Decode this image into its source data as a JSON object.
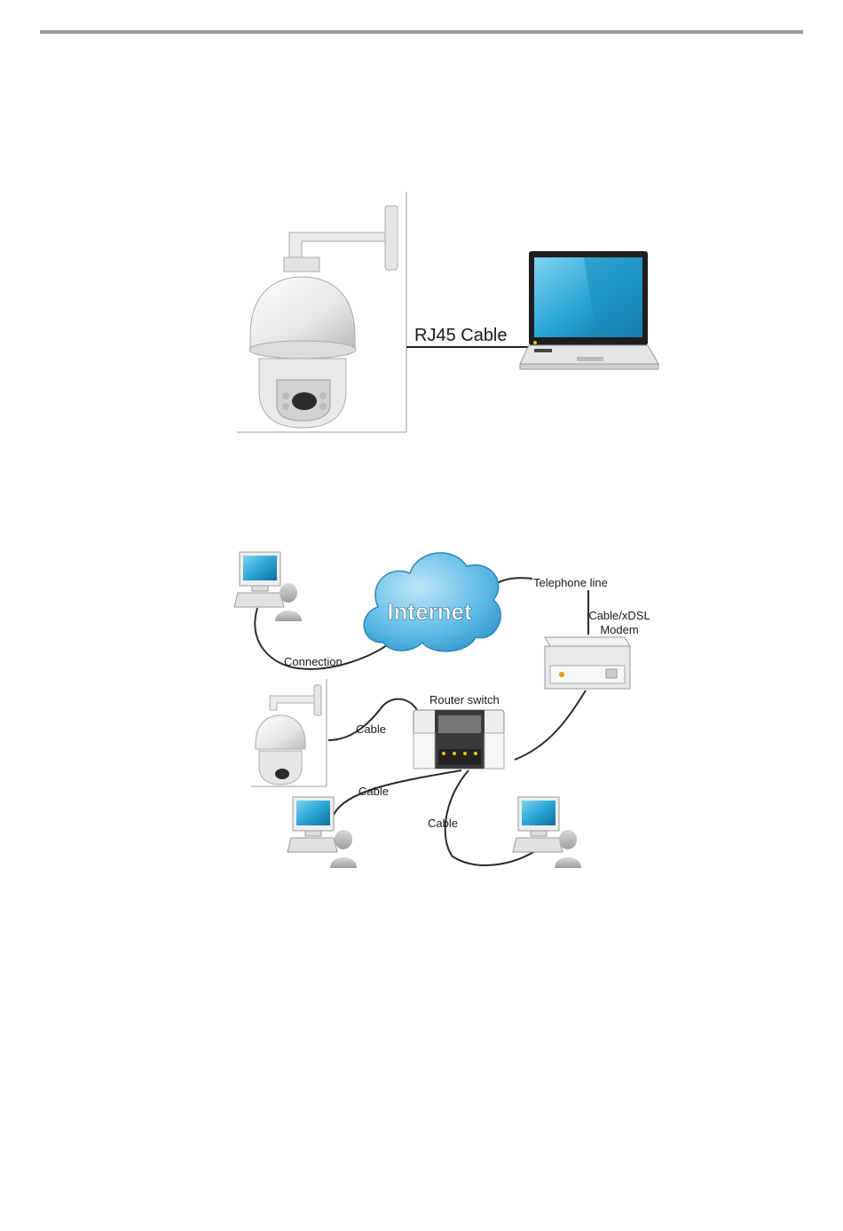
{
  "figure1": {
    "cable_label": "RJ45 Cable"
  },
  "figure2": {
    "internet_label": "Internet",
    "telephone_label": "Telephone line",
    "modem_label_line1": "Cable/xDSL",
    "modem_label_line2": "Modem",
    "connection_label": "Connection",
    "router_label": "Router switch",
    "cable_label_camera": "Cable",
    "cable_label_pc_left": "Cable",
    "cable_label_pc_right": "Cable"
  },
  "colors": {
    "rule": "#9a9a9a",
    "screen_blue": "#2aa6d6",
    "cloud_blue": "#3fa7dc",
    "device_white": "#eeeeee"
  }
}
